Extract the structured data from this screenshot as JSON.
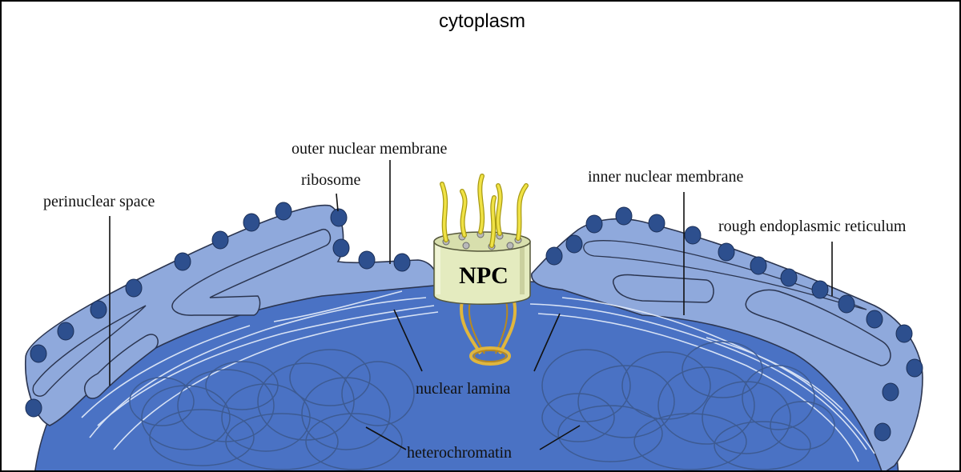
{
  "title": "cytoplasm",
  "labels": {
    "outer_nuclear_membrane": "outer nuclear membrane",
    "ribosome": "ribosome",
    "perinuclear_space": "perinuclear space",
    "inner_nuclear_membrane": "inner nuclear membrane",
    "rough_er": "rough endoplasmic reticulum",
    "npc": "NPC",
    "nuclear_lamina": "nuclear lamina",
    "heterochromatin": "heterochromatin"
  },
  "colors": {
    "nucleus": "#4a72c4",
    "membrane": "#8fa9dc",
    "outline": "#2b3550",
    "ribosome": "#2d4f8e",
    "chromatin": "#3d5a91",
    "lamina": "#dfe8f8",
    "npc_body": "#e4ebbf",
    "filament": "#e0d23a",
    "basket": "#e0b63d"
  }
}
